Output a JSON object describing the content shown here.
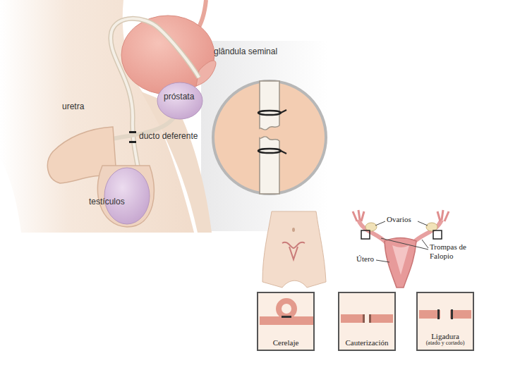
{
  "diagram": {
    "nodes": [
      {
        "text": [
          "Cerelaje"
        ]
      },
      {
        "text": [
          "Cauterización"
        ]
      },
      {
        "text": [
          "Ligadura",
          "(atado y cortado)"
        ]
      }
    ],
    "labels": [
      "glândula seminal",
      "próstata",
      "uretra",
      "ducto deferente",
      "testículos",
      "Ovarios",
      "Trompas de Falopio",
      "Útero"
    ]
  }
}
